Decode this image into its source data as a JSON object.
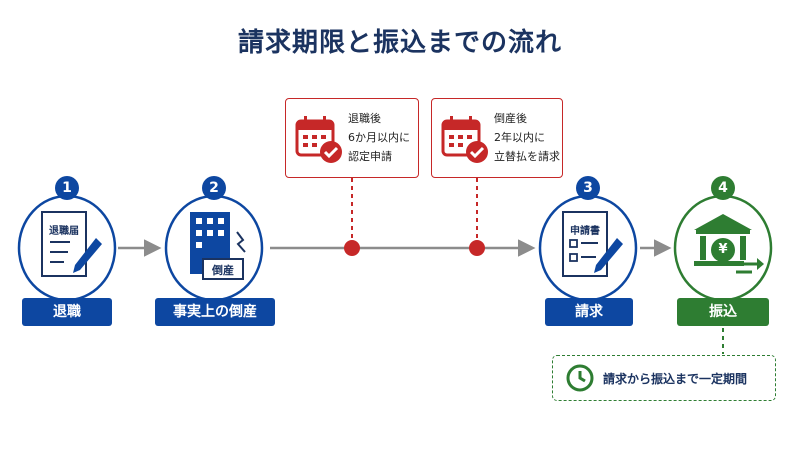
{
  "title": "請求期限と振込までの流れ",
  "steps": [
    {
      "number": "1",
      "label": "退職",
      "doc_label": "退職届"
    },
    {
      "number": "2",
      "label": "事実上の倒産",
      "building_tag": "倒産"
    },
    {
      "number": "3",
      "label": "請求",
      "doc_label": "申請書"
    },
    {
      "number": "4",
      "label": "振込",
      "currency_symbol": "¥"
    }
  ],
  "deadlines": [
    {
      "lines": [
        "退職後",
        "6か月以内に",
        "認定申請"
      ]
    },
    {
      "lines": [
        "倒産後",
        "2年以内に",
        "立替払を請求"
      ]
    }
  ],
  "period_note": "請求から振込まで一定期間",
  "colors": {
    "navy": "#1b3360",
    "blue": "#0d47a1",
    "green": "#2e7d32",
    "red": "#c62828",
    "gray": "#8c8c8c"
  },
  "icons": [
    "document-pen-icon",
    "office-building-icon",
    "bank-yen-icon",
    "calendar-check-icon",
    "clock-icon"
  ]
}
